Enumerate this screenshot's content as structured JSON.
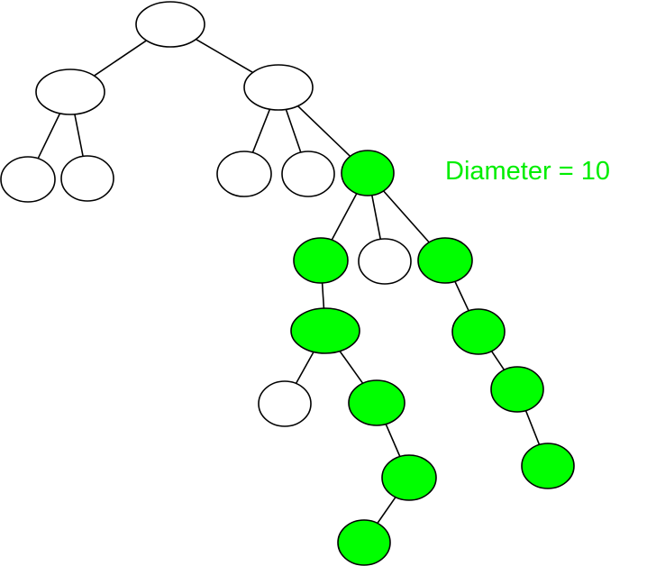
{
  "caption": {
    "text": "Diameter = 10"
  },
  "colors": {
    "highlight": "#00ff00",
    "plain": "#ffffff",
    "stroke": "#000000",
    "caption": "#00ee00"
  },
  "tree": {
    "nodes": [
      {
        "id": "root",
        "highlighted": false
      },
      {
        "id": "n-l",
        "highlighted": false
      },
      {
        "id": "n-r",
        "highlighted": false
      },
      {
        "id": "n-ll",
        "highlighted": false
      },
      {
        "id": "n-lr",
        "highlighted": false
      },
      {
        "id": "n-r1",
        "highlighted": false
      },
      {
        "id": "n-r2",
        "highlighted": false
      },
      {
        "id": "n-r3",
        "highlighted": true
      },
      {
        "id": "n-a",
        "highlighted": true
      },
      {
        "id": "n-b",
        "highlighted": false
      },
      {
        "id": "n-c",
        "highlighted": true
      },
      {
        "id": "n-a1",
        "highlighted": true
      },
      {
        "id": "n-a1l",
        "highlighted": false
      },
      {
        "id": "n-a1r",
        "highlighted": true
      },
      {
        "id": "n-a2",
        "highlighted": true
      },
      {
        "id": "n-a3",
        "highlighted": true
      },
      {
        "id": "n-c1",
        "highlighted": true
      },
      {
        "id": "n-c2",
        "highlighted": true
      },
      {
        "id": "n-c3",
        "highlighted": true
      }
    ],
    "edges": [
      [
        "root",
        "n-l"
      ],
      [
        "root",
        "n-r"
      ],
      [
        "n-l",
        "n-ll"
      ],
      [
        "n-l",
        "n-lr"
      ],
      [
        "n-r",
        "n-r1"
      ],
      [
        "n-r",
        "n-r2"
      ],
      [
        "n-r",
        "n-r3"
      ],
      [
        "n-r3",
        "n-a"
      ],
      [
        "n-r3",
        "n-b"
      ],
      [
        "n-r3",
        "n-c"
      ],
      [
        "n-a",
        "n-a1"
      ],
      [
        "n-a1",
        "n-a1l"
      ],
      [
        "n-a1",
        "n-a1r"
      ],
      [
        "n-a1r",
        "n-a2"
      ],
      [
        "n-a2",
        "n-a3"
      ],
      [
        "n-c",
        "n-c1"
      ],
      [
        "n-c1",
        "n-c2"
      ],
      [
        "n-c2",
        "n-c3"
      ]
    ]
  }
}
